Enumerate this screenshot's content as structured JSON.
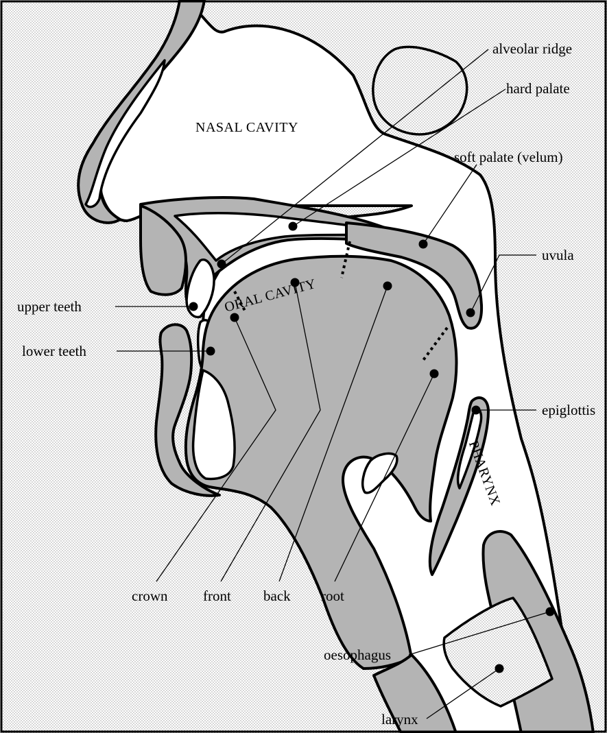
{
  "regions": {
    "nasal_cavity": "NASAL CAVITY",
    "oral_cavity": "ORAL CAVITY",
    "pharynx": "PHARYNX"
  },
  "labels": {
    "alveolar_ridge": "alveolar ridge",
    "hard_palate": "hard palate",
    "soft_palate": "soft palate (velum)",
    "uvula": "uvula",
    "upper_teeth": "upper teeth",
    "lower_teeth": "lower teeth",
    "epiglottis": "epiglottis",
    "crown": "crown",
    "front": "front",
    "back": "back",
    "root": "root",
    "oesophagus": "oesophagus",
    "larynx": "larynx"
  },
  "colors": {
    "tissue": "#b4b4b4",
    "outline": "#000000",
    "background": "#ffffff"
  }
}
